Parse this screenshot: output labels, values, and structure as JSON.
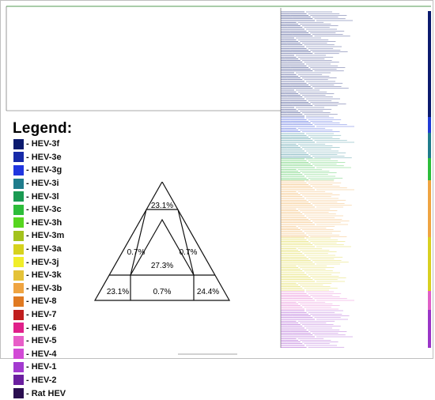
{
  "legend": {
    "title": "Legend:",
    "items": [
      {
        "label": "- HEV-3f",
        "color": "#0b1a6e"
      },
      {
        "label": "- HEV-3e",
        "color": "#172aa8"
      },
      {
        "label": "- HEV-3g",
        "color": "#2036e0"
      },
      {
        "label": "- HEV-3i",
        "color": "#1f7c8c"
      },
      {
        "label": "- HEV-3l",
        "color": "#1a9a52"
      },
      {
        "label": "- HEV-3c",
        "color": "#2dbd3a"
      },
      {
        "label": "- HEV-3h",
        "color": "#56d61f"
      },
      {
        "label": "- HEV-3m",
        "color": "#a3c21c"
      },
      {
        "label": "- HEV-3a",
        "color": "#d6d21e"
      },
      {
        "label": "- HEV-3j",
        "color": "#f0ee2a"
      },
      {
        "label": "- HEV-3k",
        "color": "#e4c238"
      },
      {
        "label": "- HEV-3b",
        "color": "#efa441"
      },
      {
        "label": "- HEV-8",
        "color": "#e07a22"
      },
      {
        "label": "- HEV-7",
        "color": "#c01e1e"
      },
      {
        "label": "- HEV-6",
        "color": "#e0208a"
      },
      {
        "label": "- HEV-5",
        "color": "#e85ec8"
      },
      {
        "label": "- HEV-4",
        "color": "#d24ad6"
      },
      {
        "label": "- HEV-1",
        "color": "#a33ad0"
      },
      {
        "label": "- HEV-2",
        "color": "#6b1fa0"
      },
      {
        "label": "- Rat HEV",
        "color": "#2a0e50"
      }
    ]
  },
  "triangle": {
    "top": "23.1%",
    "left_upper": "0.7%",
    "right_upper": "0.7%",
    "center": "27.3%",
    "bottom_left": "23.1%",
    "bottom_middle": "0.7%",
    "bottom_right": "24.4%"
  },
  "tree_colors": {
    "blue_dark": "#0b1a6e",
    "blue": "#1f3bd6",
    "teal": "#1f7c8c",
    "green": "#2dbd3a",
    "yellow": "#d8d020",
    "orange": "#efa441",
    "pink": "#e060c8",
    "purple": "#9a35c8",
    "outgroup": "#1a7a1a"
  }
}
